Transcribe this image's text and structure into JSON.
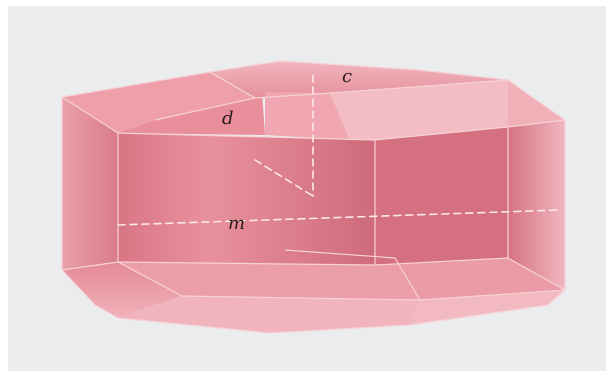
{
  "diagram": {
    "face_labels": {
      "c": "c",
      "d": "d",
      "m": "m"
    },
    "colors": {
      "background": "#ebecee",
      "crystal_base": "#e58d9a",
      "crystal_light": "#f0a9b3",
      "crystal_dark": "#c96677",
      "edge": "#f6d2d7",
      "axis": "#fbe8ea"
    }
  }
}
